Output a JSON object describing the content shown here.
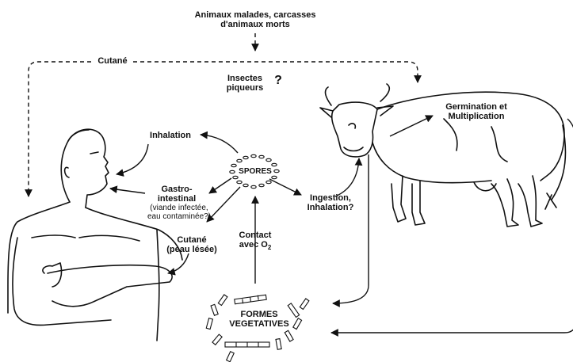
{
  "labels": {
    "source": "Animaux malades, carcasses\nd'animaux morts",
    "cutane_top": "Cutané",
    "insectes": "Insectes\npiqueurs",
    "question": "?",
    "germination": "Germination et\nMultiplication",
    "inhalation": "Inhalation",
    "gastro": "Gastro-\nintestinal",
    "gastro_detail": "(viande infectée,\neau contaminée?)",
    "cutane_lesee": "Cutané\n(peau lésée)",
    "spores": "SPORES",
    "ingestion": "Ingestion,\nInhalation?",
    "contact": "Contact\navec O",
    "contact_sub": "2",
    "formes": "FORMES\nVEGETATIVES"
  },
  "colors": {
    "ink": "#111111",
    "background": "#ffffff"
  }
}
